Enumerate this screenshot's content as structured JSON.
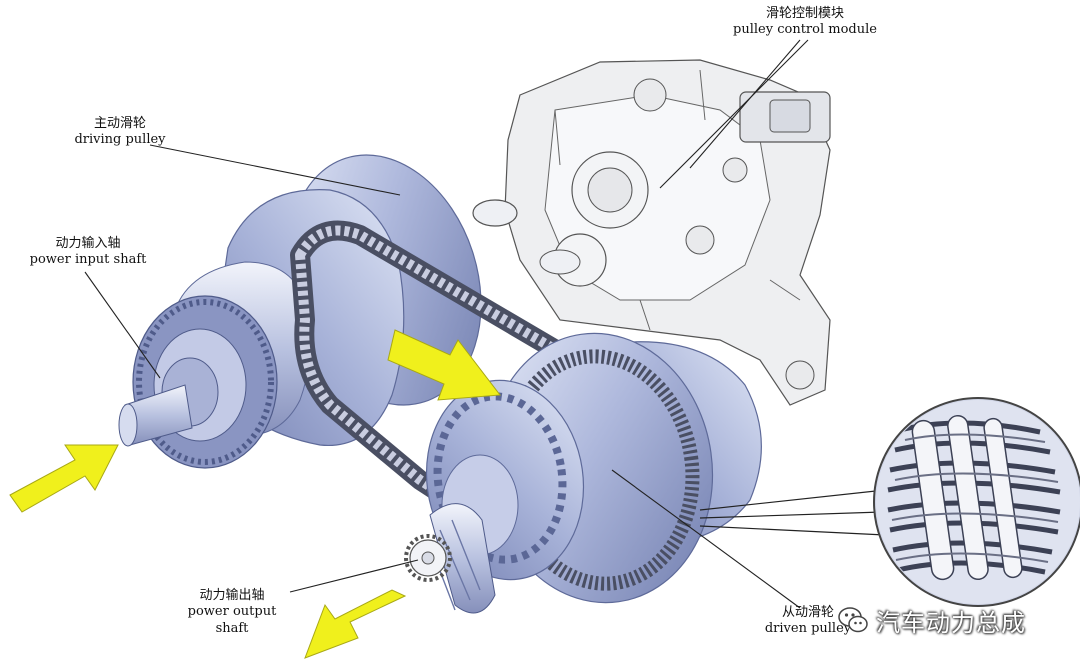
{
  "labels": {
    "control_zh": "滑轮控制模块",
    "control_en": "pulley control module",
    "driving_zh": "主动滑轮",
    "driving_en": "driving pulley",
    "input_zh": "动力输入轴",
    "input_en": "power input shaft",
    "output_zh": "动力输出轴",
    "output_en": "power output shaft",
    "driven_zh": "从动滑轮",
    "driven_en": "driven pulley"
  },
  "watermark": {
    "text": "汽车动力总成",
    "icon": "wechat-icon"
  },
  "colors": {
    "arrow": "#f0f01c",
    "pulley": "#aeb8dc",
    "pulley_dark": "#7f8cbc",
    "housing": "#eeeff1",
    "chain": "#4a4f63",
    "leader": "#222222"
  }
}
